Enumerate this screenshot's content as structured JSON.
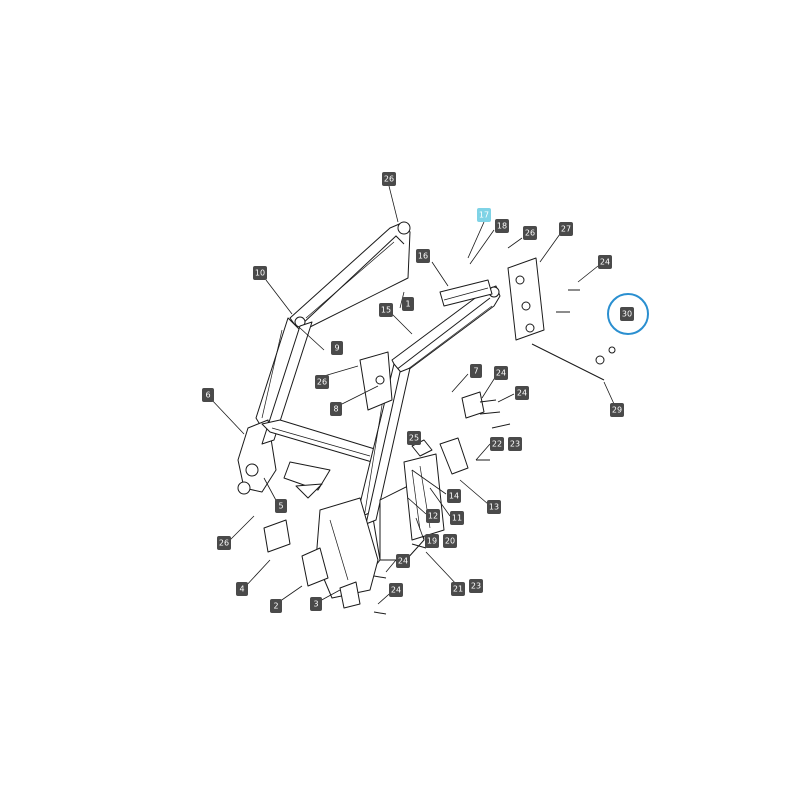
{
  "diagram": {
    "highlight_color": "#7fd3e6",
    "circle_color": "#2a8fd0",
    "callouts": [
      {
        "id": "c26a",
        "label": "26"
      },
      {
        "id": "c17",
        "label": "17",
        "highlight": true
      },
      {
        "id": "c18",
        "label": "18"
      },
      {
        "id": "c26b",
        "label": "26"
      },
      {
        "id": "c27",
        "label": "27"
      },
      {
        "id": "c16",
        "label": "16"
      },
      {
        "id": "c24a",
        "label": "24"
      },
      {
        "id": "c10",
        "label": "10"
      },
      {
        "id": "c1",
        "label": "1"
      },
      {
        "id": "c15",
        "label": "15"
      },
      {
        "id": "c30",
        "label": "30",
        "circled": true
      },
      {
        "id": "c9",
        "label": "9"
      },
      {
        "id": "c26c",
        "label": "26"
      },
      {
        "id": "c7",
        "label": "7"
      },
      {
        "id": "c24b",
        "label": "24"
      },
      {
        "id": "c6",
        "label": "6"
      },
      {
        "id": "c24c",
        "label": "24"
      },
      {
        "id": "c8",
        "label": "8"
      },
      {
        "id": "c29",
        "label": "29"
      },
      {
        "id": "c25",
        "label": "25"
      },
      {
        "id": "c22a",
        "label": "22"
      },
      {
        "id": "c23a",
        "label": "23"
      },
      {
        "id": "c14",
        "label": "14"
      },
      {
        "id": "c5",
        "label": "5"
      },
      {
        "id": "c13",
        "label": "13"
      },
      {
        "id": "c12",
        "label": "12"
      },
      {
        "id": "c11",
        "label": "11"
      },
      {
        "id": "c26d",
        "label": "26"
      },
      {
        "id": "c19",
        "label": "19"
      },
      {
        "id": "c20",
        "label": "20"
      },
      {
        "id": "c24d",
        "label": "24"
      },
      {
        "id": "c4",
        "label": "4"
      },
      {
        "id": "c21",
        "label": "21"
      },
      {
        "id": "c23b",
        "label": "23"
      },
      {
        "id": "c24e",
        "label": "24"
      },
      {
        "id": "c2",
        "label": "2"
      },
      {
        "id": "c3",
        "label": "3"
      }
    ]
  }
}
